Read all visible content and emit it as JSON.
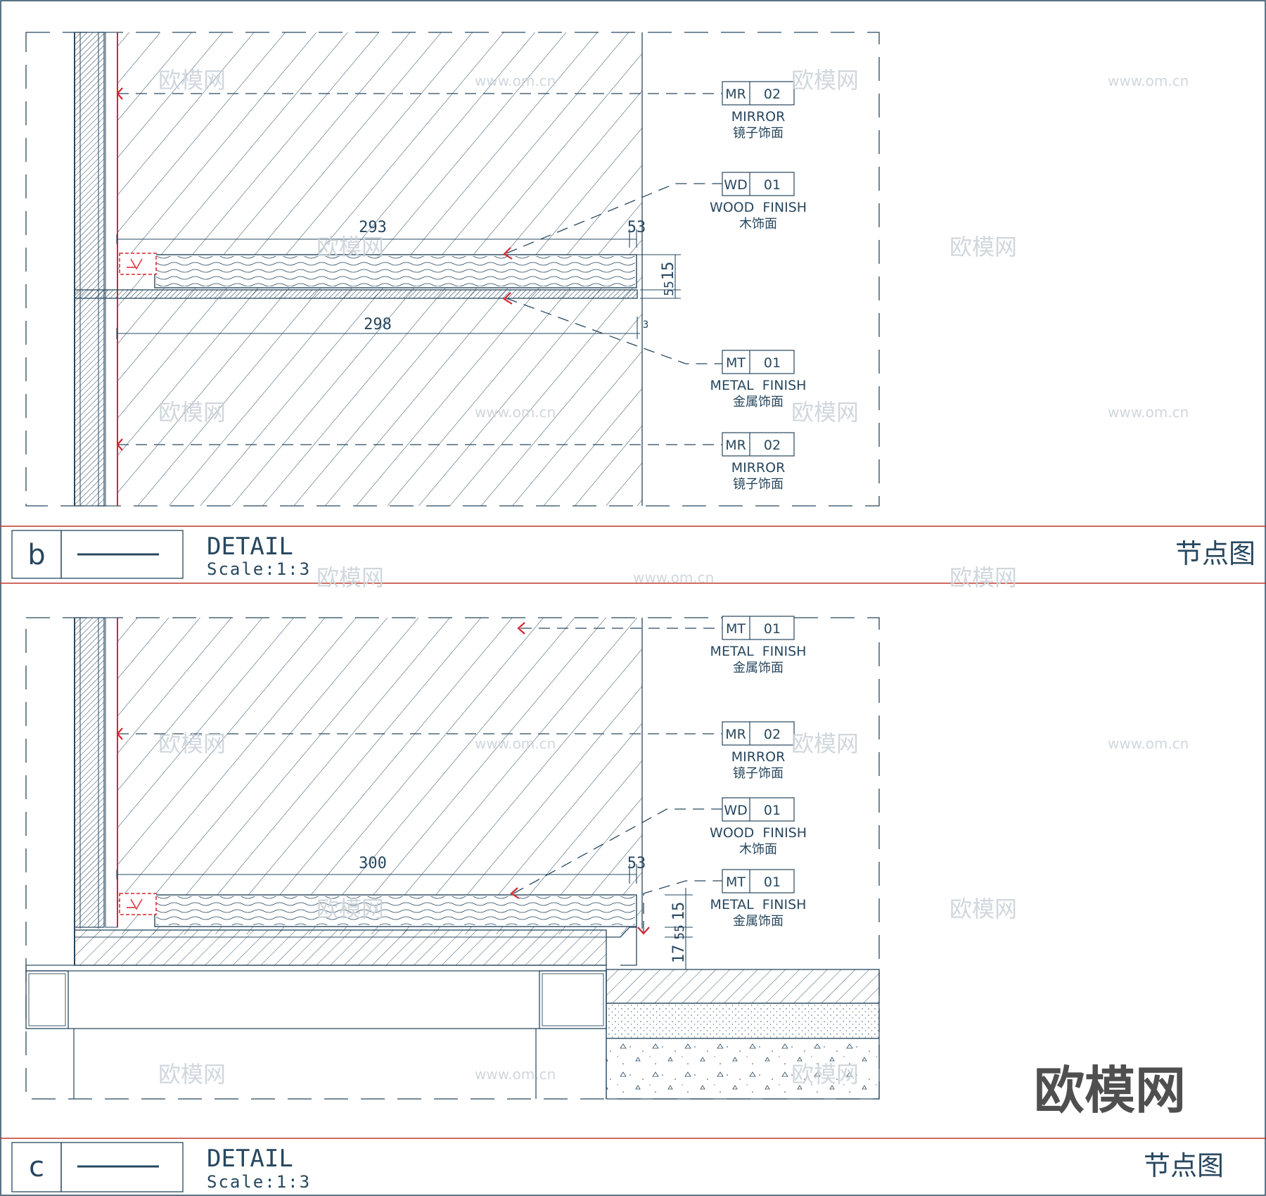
{
  "details": [
    {
      "letter": "b",
      "title": "DETAIL",
      "scale": "Scale:1:3",
      "label_cn": "节点图",
      "dimensions": [
        "293",
        "53",
        "298",
        "3",
        "15",
        "55"
      ],
      "tags": [
        {
          "code": "MR",
          "num": "02",
          "en": "MIRROR",
          "cn": "镜子饰面"
        },
        {
          "code": "WD",
          "num": "01",
          "en": "WOOD  FINISH",
          "cn": "木饰面"
        },
        {
          "code": "MT",
          "num": "01",
          "en": "METAL  FINISH",
          "cn": "金属饰面"
        },
        {
          "code": "MR",
          "num": "02",
          "en": "MIRROR",
          "cn": "镜子饰面"
        }
      ]
    },
    {
      "letter": "c",
      "title": "DETAIL",
      "scale": "Scale:1:3",
      "label_cn": "节点图",
      "dimensions": [
        "300",
        "53",
        "15",
        "55",
        "17"
      ],
      "tags": [
        {
          "code": "MT",
          "num": "01",
          "en": "METAL  FINISH",
          "cn": "金属饰面"
        },
        {
          "code": "MR",
          "num": "02",
          "en": "MIRROR",
          "cn": "镜子饰面"
        },
        {
          "code": "WD",
          "num": "01",
          "en": "WOOD  FINISH",
          "cn": "木饰面"
        },
        {
          "code": "MT",
          "num": "01",
          "en": "METAL  FINISH",
          "cn": "金属饰面"
        }
      ]
    }
  ],
  "watermark": {
    "logo": "欧模网",
    "url": "www.om.cn",
    "big": "欧模网"
  },
  "colors": {
    "line": "#27475f",
    "accent_red": "#d6262f",
    "frame_red": "#c0392b"
  }
}
